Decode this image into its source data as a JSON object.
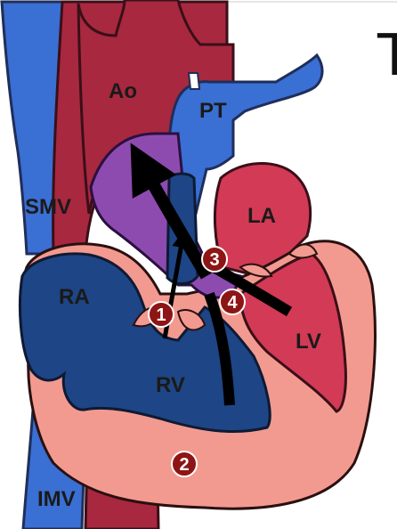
{
  "title_fragment": "T",
  "labels": {
    "ao": "Ao",
    "pt": "PT",
    "smv": "SMV",
    "la": "LA",
    "ra": "RA",
    "lv": "LV",
    "rv": "RV",
    "imv": "IMV"
  },
  "markers": [
    "1",
    "2",
    "3",
    "4"
  ],
  "colors": {
    "venous_blue": "#3a6fd3",
    "dark_blue": "#1e4585",
    "aortic_red": "#a8283f",
    "left_heart_red": "#d23a55",
    "myocardium_pink": "#f39a90",
    "overriding_purple": "#8d4bb0",
    "marker_red": "#8e1515",
    "arrow_black": "#000000"
  }
}
